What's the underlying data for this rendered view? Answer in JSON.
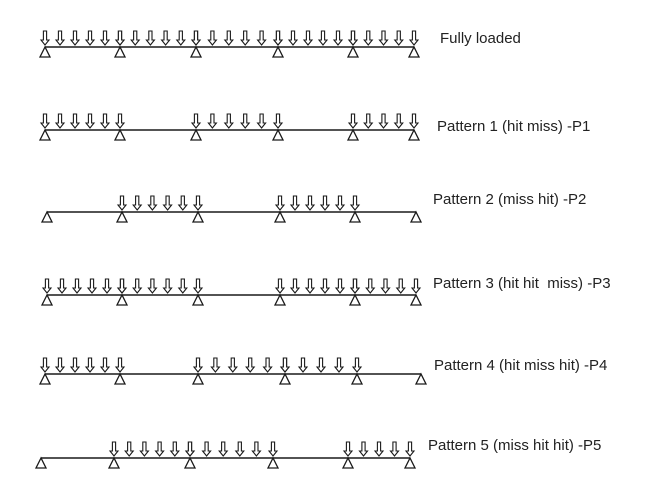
{
  "diagram": {
    "colors": {
      "line": "#1a1a1a",
      "text": "#222222",
      "arrow_fill": "#ffffff"
    },
    "rows": [
      {
        "label": "Fully loaded",
        "loaded_spans": [
          1,
          2,
          3,
          4,
          5
        ]
      },
      {
        "label": "Pattern 1 (hit miss) -P1",
        "loaded_spans": [
          1,
          3,
          5
        ]
      },
      {
        "label": "Pattern 2 (miss hit) -P2",
        "loaded_spans": [
          2,
          4
        ]
      },
      {
        "label": "Pattern 3 (hit hit  miss) -P3",
        "loaded_spans": [
          1,
          2,
          4,
          5
        ]
      },
      {
        "label": "Pattern 4 (hit miss hit) -P4",
        "loaded_spans": [
          1,
          3,
          4
        ]
      },
      {
        "label": "Pattern 5 (miss hit hit) -P5",
        "loaded_spans": [
          2,
          3,
          5
        ]
      }
    ]
  }
}
